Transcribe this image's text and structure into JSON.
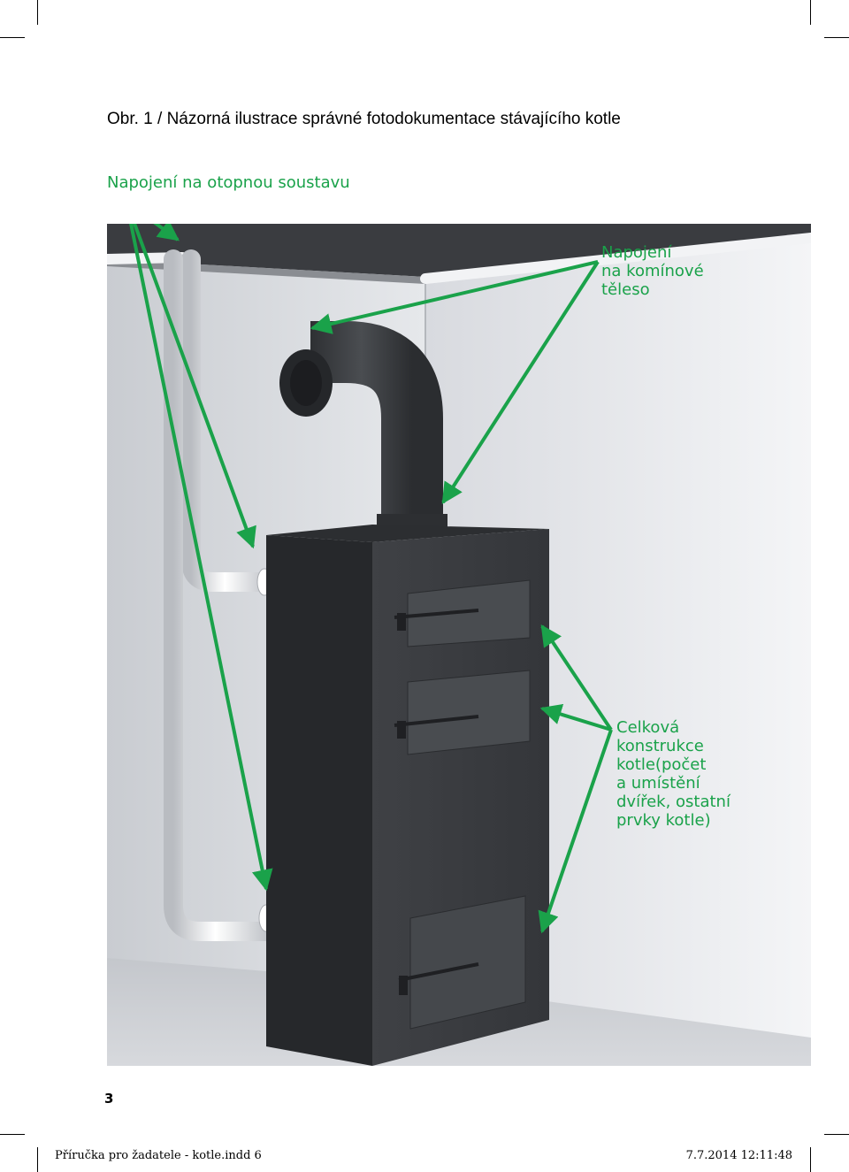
{
  "title": {
    "lead": "Obr. 1",
    "text": " / Názorná ilustrace správné fotodokumentace stávajícího kotle"
  },
  "labels": {
    "heating": "Napojení na otopnou soustavu",
    "chimney": "Napojení\nna komínové\ntěleso",
    "boiler": "Celková\nkonstrukce\nkotle(počet\na umístění\ndvířek, ostatní\nprvky kotle)"
  },
  "page_number": "3",
  "footer": {
    "left": "Příručka pro žadatele - kotle.indd   6",
    "right": "7.7.2014   12:11:48"
  },
  "colors": {
    "accent": "#1aa24a",
    "boiler": "#3b3d40",
    "wall": "#e8eaed"
  }
}
